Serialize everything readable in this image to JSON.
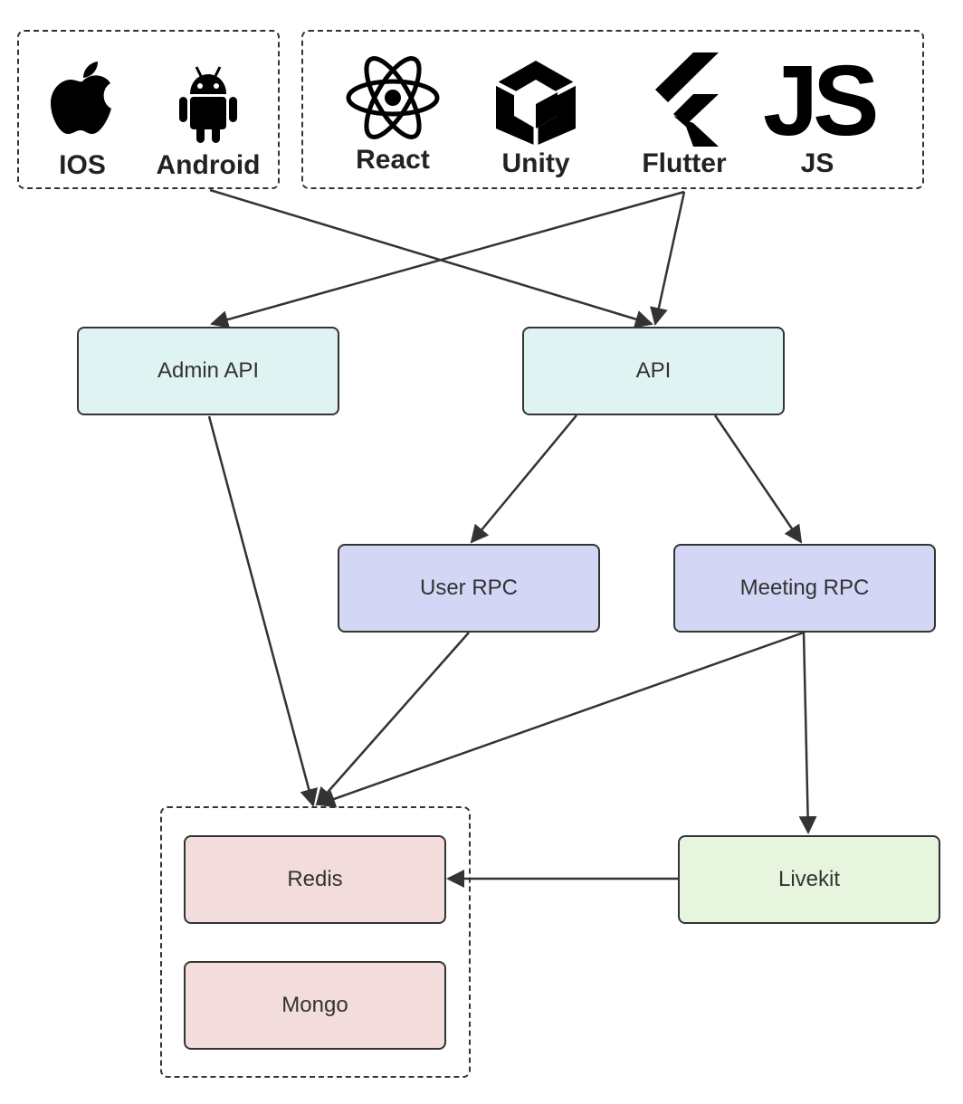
{
  "platforms": {
    "native": [
      {
        "label": "IOS",
        "icon": "apple-icon"
      },
      {
        "label": "Android",
        "icon": "android-icon"
      }
    ],
    "frameworks": [
      {
        "label": "React",
        "icon": "react-icon"
      },
      {
        "label": "Unity",
        "icon": "unity-icon"
      },
      {
        "label": "Flutter",
        "icon": "flutter-icon"
      },
      {
        "label": "JS",
        "icon": "js-icon"
      }
    ]
  },
  "nodes": {
    "admin_api": {
      "label": "Admin API",
      "color": "#dff3f2"
    },
    "api": {
      "label": "API",
      "color": "#dff3f2"
    },
    "user_rpc": {
      "label": "User RPC",
      "color": "#d3d6f5"
    },
    "meeting_rpc": {
      "label": "Meeting RPC",
      "color": "#d3d6f5"
    },
    "redis": {
      "label": "Redis",
      "color": "#f3dcdc"
    },
    "mongo": {
      "label": "Mongo",
      "color": "#f3dcdc"
    },
    "livekit": {
      "label": "Livekit",
      "color": "#e7f4de"
    }
  },
  "edges": [
    {
      "from": "native-platforms",
      "to": "api"
    },
    {
      "from": "framework-platforms",
      "to": "admin_api"
    },
    {
      "from": "framework-platforms",
      "to": "api"
    },
    {
      "from": "api",
      "to": "user_rpc"
    },
    {
      "from": "api",
      "to": "meeting_rpc"
    },
    {
      "from": "admin_api",
      "to": "storage"
    },
    {
      "from": "user_rpc",
      "to": "storage"
    },
    {
      "from": "meeting_rpc",
      "to": "storage"
    },
    {
      "from": "meeting_rpc",
      "to": "livekit"
    },
    {
      "from": "livekit",
      "to": "redis"
    }
  ]
}
